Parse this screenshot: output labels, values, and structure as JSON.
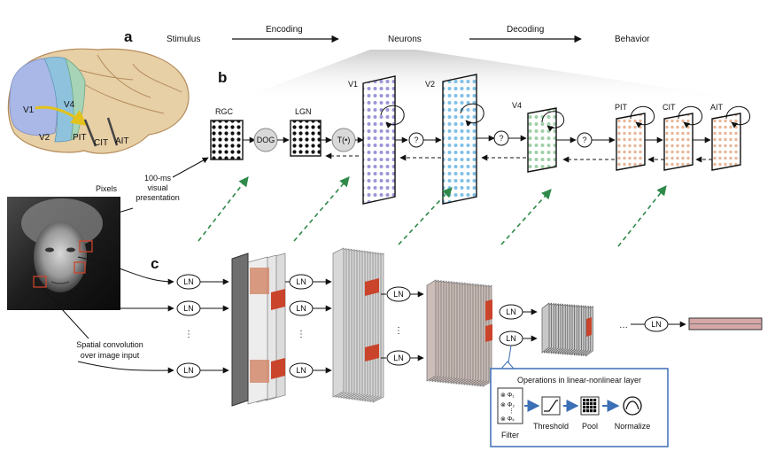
{
  "panels": {
    "a": "a",
    "b": "b",
    "c": "c"
  },
  "pipeline": {
    "stages": [
      "Stimulus",
      "Encoding",
      "Neurons",
      "Decoding",
      "Behavior"
    ]
  },
  "brain": {
    "areas": [
      "V1",
      "V4",
      "V2",
      "PIT",
      "CIT",
      "AIT"
    ],
    "colors": {
      "cortex": "#e7cfa6",
      "v1": "#a9b8e6",
      "v2": "#8fc3dd",
      "v4": "#a7d3b7",
      "arrow": "#e3c21b"
    }
  },
  "photo": {
    "label": "Pixels",
    "caption_lines": [
      "Spatial convolution",
      "over image input"
    ]
  },
  "presentation": {
    "lines": [
      "100-ms",
      "visual",
      "presentation"
    ]
  },
  "ventral_stream": {
    "rgc": "RGC",
    "dog": "DOG",
    "lgn": "LGN",
    "t": "T(•)",
    "question": "?",
    "v1": "V1",
    "v2": "V2",
    "v4": "V4",
    "pit": "PIT",
    "cit": "CIT",
    "ait": "AIT"
  },
  "network": {
    "ln": "LN",
    "ellipsis": "…",
    "vdots": "⋮"
  },
  "operations": {
    "title": "Operations in linear-nonlinear layer",
    "filter": "Filter",
    "threshold": "Threshold",
    "pool": "Pool",
    "normalize": "Normalize",
    "phi1": "⊗ Φ₁",
    "phi2": "⊗ Φ₂",
    "phik": "⊗ Φₖ"
  },
  "colors": {
    "accent_blue": "#3b6fb6",
    "dashed_green": "#2f8a4a",
    "feature_red": "#c9442b"
  }
}
